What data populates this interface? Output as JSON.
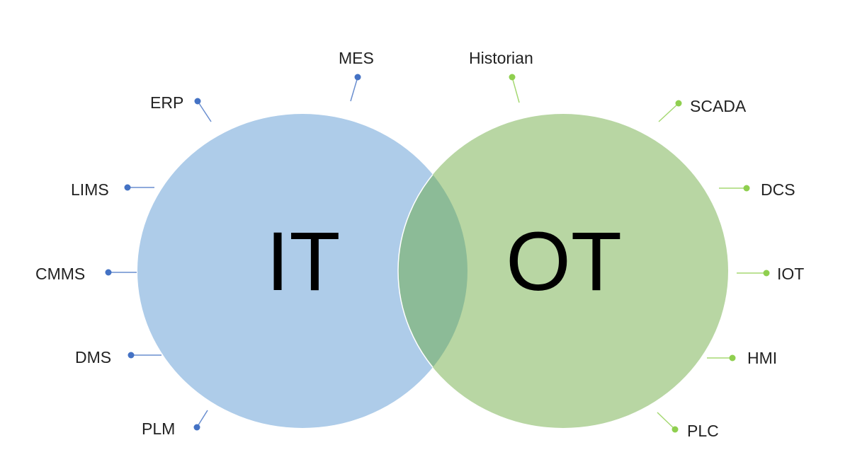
{
  "colors": {
    "it_fill": "#aecce9",
    "ot_fill": "#b8d6a3",
    "overlap_fill": "#8cbb97",
    "it_accent": "#4472c4",
    "ot_accent": "#8fcf4f"
  },
  "it": {
    "title": "IT",
    "items": [
      "ERP",
      "MES",
      "LIMS",
      "CMMS",
      "DMS",
      "PLM"
    ]
  },
  "ot": {
    "title": "OT",
    "items": [
      "Historian",
      "SCADA",
      "DCS",
      "IOT",
      "HMI",
      "PLC"
    ]
  }
}
